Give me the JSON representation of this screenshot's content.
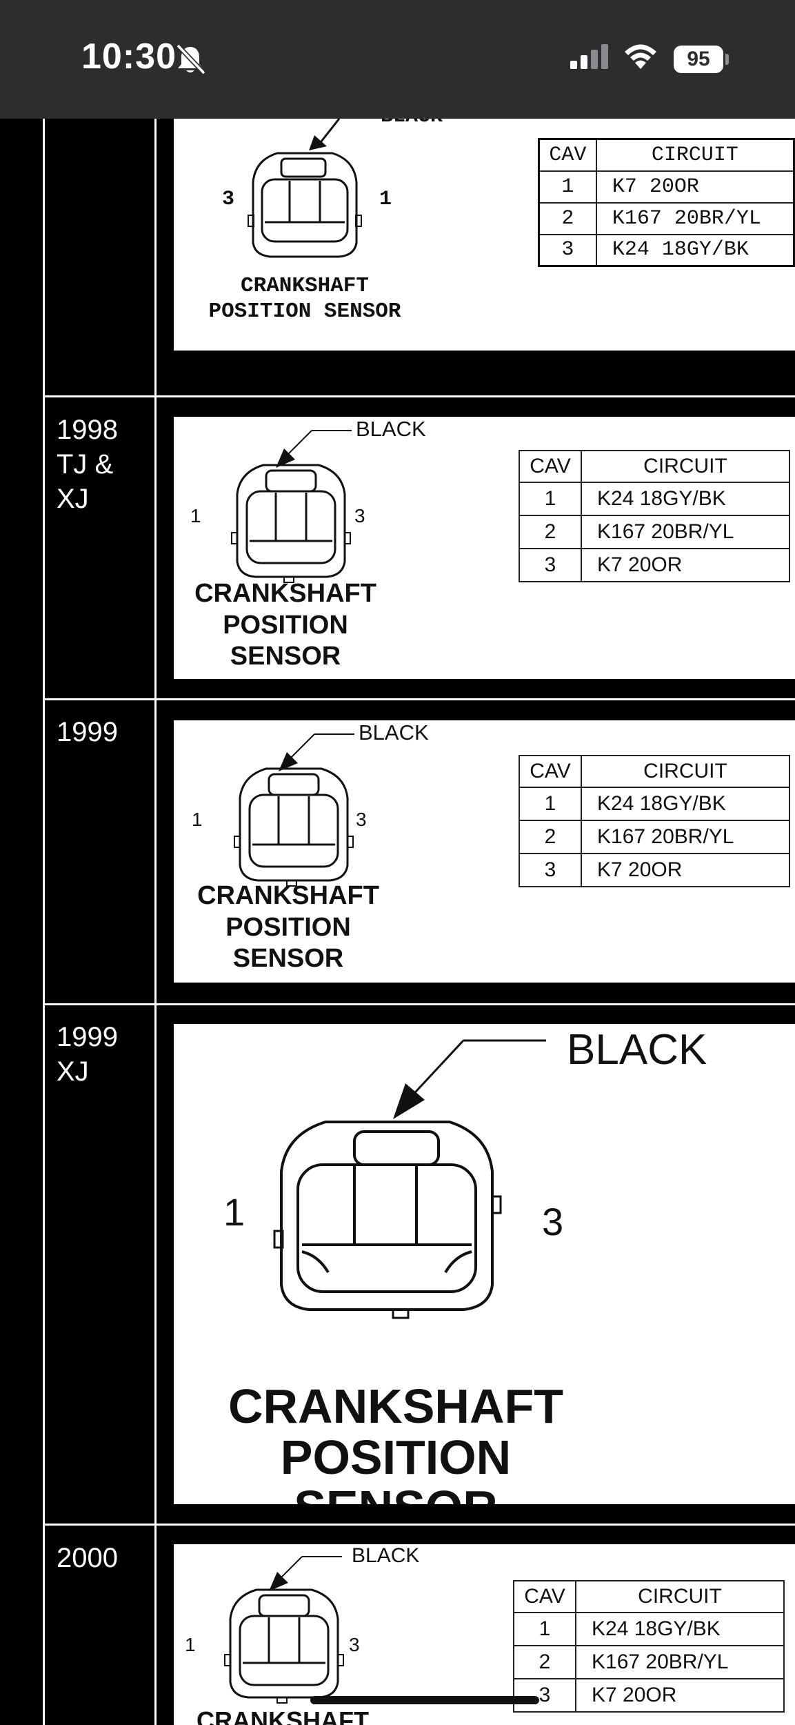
{
  "status_bar": {
    "time": "10:30",
    "battery": "95",
    "icons": [
      "bell-slash-icon",
      "cellular-signal-icon",
      "wifi-icon",
      "battery-icon"
    ]
  },
  "rows": [
    {
      "year": "",
      "color_label": "BLACK",
      "pin_left": "3",
      "pin_right": "1",
      "sensor_label": "CRANKSHAFT\nPOSITION SENSOR",
      "table": {
        "headers": [
          "CAV",
          "CIRCUIT"
        ],
        "rows": [
          [
            "1",
            "K7  20OR"
          ],
          [
            "2",
            "K167  20BR/YL"
          ],
          [
            "3",
            "K24  18GY/BK"
          ]
        ]
      }
    },
    {
      "year": "1998\nTJ &\nXJ",
      "color_label": "BLACK",
      "pin_left": "1",
      "pin_right": "3",
      "sensor_label": "CRANKSHAFT\nPOSITION\nSENSOR",
      "table": {
        "headers": [
          "CAV",
          "CIRCUIT"
        ],
        "rows": [
          [
            "1",
            "K24 18GY/BK"
          ],
          [
            "2",
            "K167 20BR/YL"
          ],
          [
            "3",
            "K7 20OR"
          ]
        ]
      }
    },
    {
      "year": "1999",
      "color_label": "BLACK",
      "pin_left": "1",
      "pin_right": "3",
      "sensor_label": "CRANKSHAFT\nPOSITION\nSENSOR",
      "table": {
        "headers": [
          "CAV",
          "CIRCUIT"
        ],
        "rows": [
          [
            "1",
            "K24 18GY/BK"
          ],
          [
            "2",
            "K167 20BR/YL"
          ],
          [
            "3",
            "K7 20OR"
          ]
        ]
      }
    },
    {
      "year": "1999\nXJ",
      "color_label": "BLACK",
      "pin_left": "1",
      "pin_right": "3",
      "sensor_label": "CRANKSHAFT\nPOSITION SENSOR"
    },
    {
      "year": "2000",
      "color_label": "BLACK",
      "pin_left": "1",
      "pin_right": "3",
      "sensor_label": "CRANKSHAFT",
      "table": {
        "headers": [
          "CAV",
          "CIRCUIT"
        ],
        "rows": [
          [
            "1",
            "K24 18GY/BK"
          ],
          [
            "2",
            "K167 20BR/YL"
          ],
          [
            "3",
            "K7 20OR"
          ]
        ]
      }
    }
  ]
}
